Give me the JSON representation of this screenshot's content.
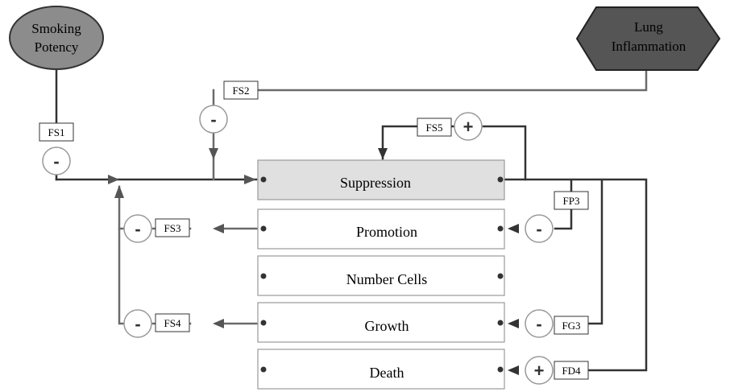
{
  "nodes": {
    "smoking": [
      "Smoking",
      "Potency"
    ],
    "lung": [
      "Lung",
      "Inflammation"
    ],
    "suppression": "Suppression",
    "promotion": "Promotion",
    "number_cells": "Number Cells",
    "growth": "Growth",
    "death": "Death"
  },
  "labels": {
    "fs1": "FS1",
    "fs2": "FS2",
    "fs3": "FS3",
    "fs4": "FS4",
    "fs5": "FS5",
    "fp3": "FP3",
    "fg3": "FG3",
    "fd4": "FD4"
  },
  "signs": {
    "fs1": "-",
    "fs2": "-",
    "fs3": "-",
    "fs4": "-",
    "fs5": "+",
    "fp3": "-",
    "fg3": "-",
    "fd4": "+"
  },
  "colors": {
    "smoking_fill": "#8c8c8c",
    "lung_fill": "#555555",
    "suppression_fill": "#e0e0e0",
    "wire_dark": "#333333",
    "wire_gray": "#6b6b6b"
  }
}
